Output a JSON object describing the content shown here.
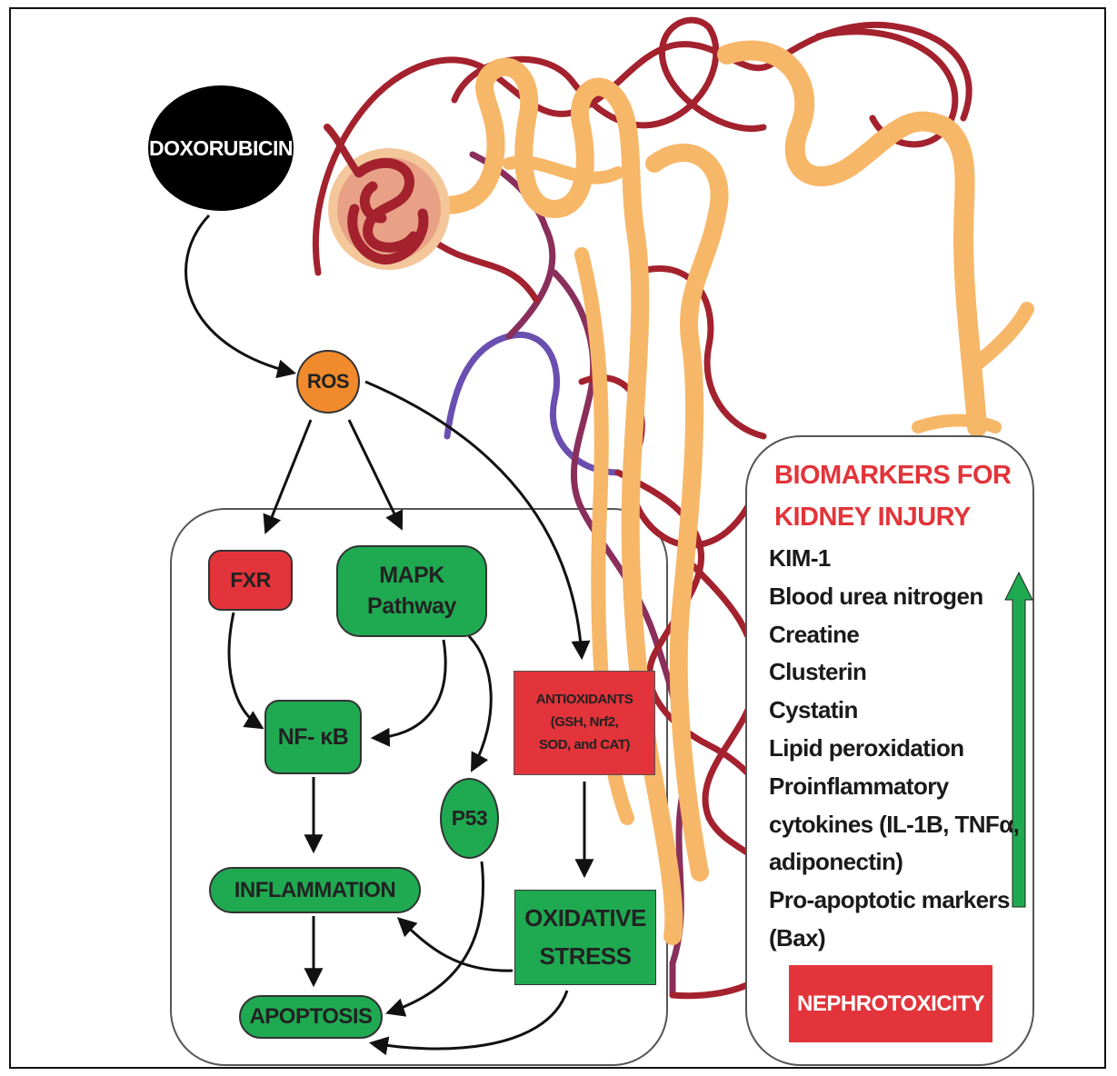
{
  "nodes": {
    "doxorubicin": "DOXORUBICIN",
    "ros": "ROS",
    "fxr": "FXR",
    "mapk_line1": "MAPK",
    "mapk_line2": "Pathway",
    "nfkb": "NF- κB",
    "p53": "P53",
    "inflammation": "INFLAMMATION",
    "apoptosis": "APOPTOSIS",
    "antioxidants_line1": "ANTIOXIDANTS",
    "antioxidants_line2": "(GSH, Nrf2,",
    "antioxidants_line3": "SOD, and CAT)",
    "oxidative_line1": "OXIDATIVE",
    "oxidative_line2": "STRESS"
  },
  "biomarkers": {
    "title_line1": "BIOMARKERS FOR",
    "title_line2": "KIDNEY INJURY",
    "items": [
      "KIM-1",
      "Blood urea nitrogen",
      "Creatine",
      "Clusterin",
      "Cystatin",
      "Lipid peroxidation",
      "Proinflammatory",
      "cytokines (IL-1B, TNFα,",
      "adiponectin)",
      "Pro-apoptotic markers",
      "(Bax)"
    ],
    "outcome": "NEPHROTOXICITY"
  },
  "colors": {
    "red": "#e2343a",
    "green": "#1faa52",
    "orange": "#f08a2c",
    "tubule": "#f7b768",
    "vessel": "#a3222e",
    "vein": "#8a2f5c",
    "purple": "#6a4fb0"
  }
}
